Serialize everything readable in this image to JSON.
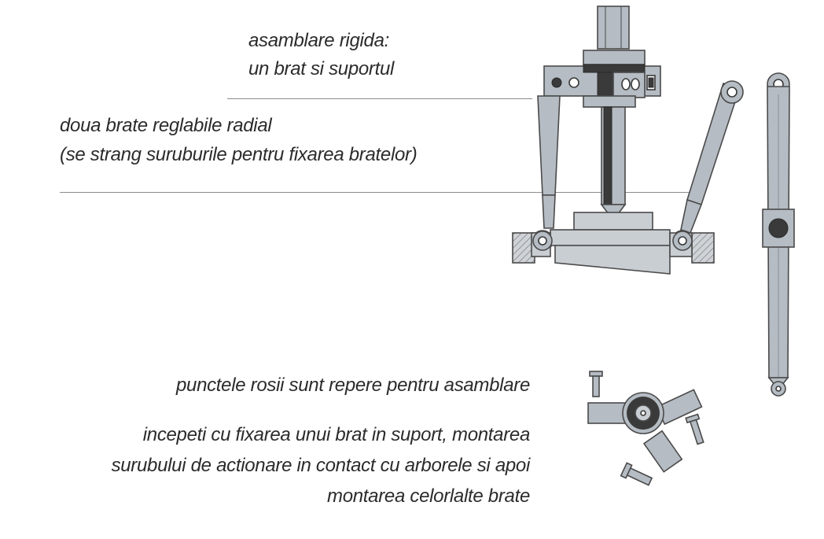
{
  "labels": {
    "rigid_line1": "asamblare rigida:",
    "rigid_line2": "un brat si suportul",
    "radial_line1": "doua brate reglabile radial",
    "radial_line2": "(se strang suruburile pentru fixarea bratelor)",
    "red_points": "punctele rosii sunt repere pentru asamblare",
    "instr_line1": "incepeti cu fixarea unui brat in suport, montarea",
    "instr_line2": "surubului de actionare in contact cu arborele si apoi",
    "instr_line3": "montarea celorlalte brate"
  },
  "colors": {
    "part_fill": "#b5bcc3",
    "outline": "#4a4a4a",
    "text": "#2b2b2b",
    "rule": "#8c8c8c"
  }
}
